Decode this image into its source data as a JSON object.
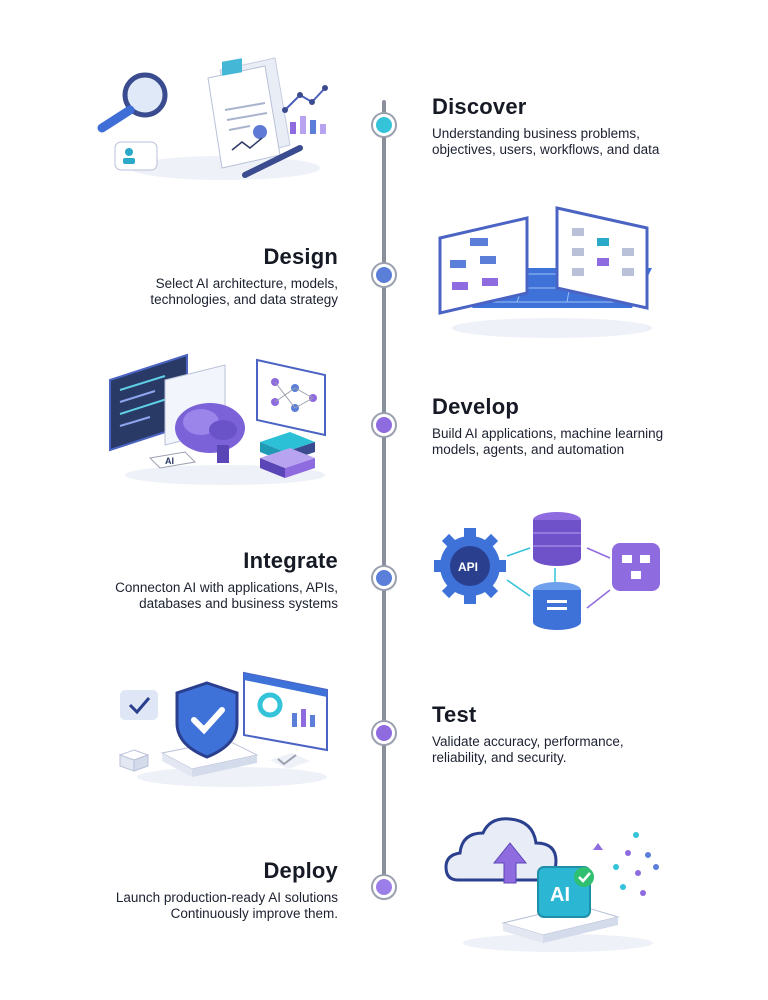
{
  "steps": [
    {
      "title": "Discover",
      "description": "Understanding business problems, objectives, users, workflows, and data"
    },
    {
      "title": "Design",
      "description": "Select AI architecture, models, technologies, and data strategy"
    },
    {
      "title": "Develop",
      "description": "Build AI applications, machine learning models, agents, and automation"
    },
    {
      "title": "Integrate",
      "description": "Connecton AI with applications, APIs, databases and business systems"
    },
    {
      "title": "Test",
      "description": "Validate accuracy, performance, reliability, and security."
    },
    {
      "title": "Deploy",
      "description": "Launch production-ready AI solutions Continuously improve them."
    }
  ],
  "illustrations": {
    "develop_chip_label": "AI",
    "integrate_gear_label": "API",
    "deploy_box_label": "AI"
  },
  "colors": {
    "timeline": "#8a8f9c",
    "teal": "#34c3d9",
    "blue": "#3f72d9",
    "purple": "#8f6be0",
    "navy": "#2b3f8f"
  }
}
